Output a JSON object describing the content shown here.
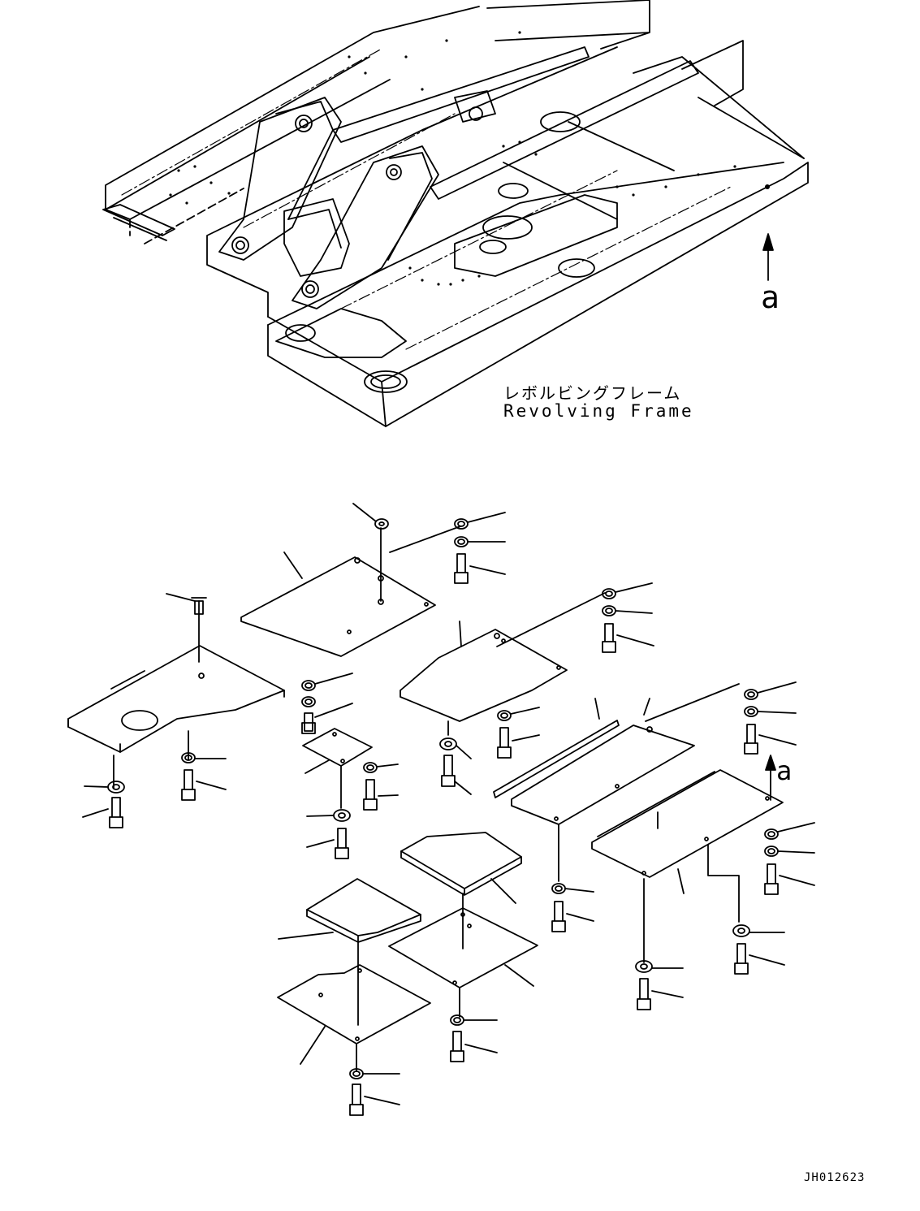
{
  "diagram": {
    "frame_label_jp": "レボルビングフレーム",
    "frame_label_en": "Revolving Frame",
    "view_marker": "a",
    "view_marker_lower": "a",
    "drawing_id": "JH012623"
  }
}
